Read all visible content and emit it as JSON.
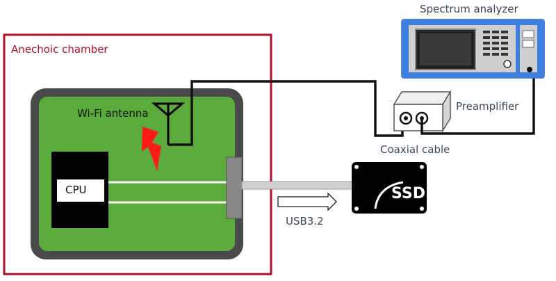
{
  "labels": {
    "chamber": "Anechoic chamber",
    "wifi_antenna": "Wi-Fi antenna",
    "cpu": "CPU",
    "usb": "USB3.2",
    "ssd": "SSD",
    "coax": "Coaxial cable",
    "preamp": "Preamplifier",
    "analyzer": "Spectrum analyzer"
  },
  "colors": {
    "chamber_border": "#b1102b",
    "board_green": "#5aab3c",
    "board_frame": "#4a4a4a",
    "cable": "#111111",
    "signal_bolt": "#ff1a1a",
    "analyzer_blue": "#3f7fe0",
    "text": "#3a4755"
  }
}
